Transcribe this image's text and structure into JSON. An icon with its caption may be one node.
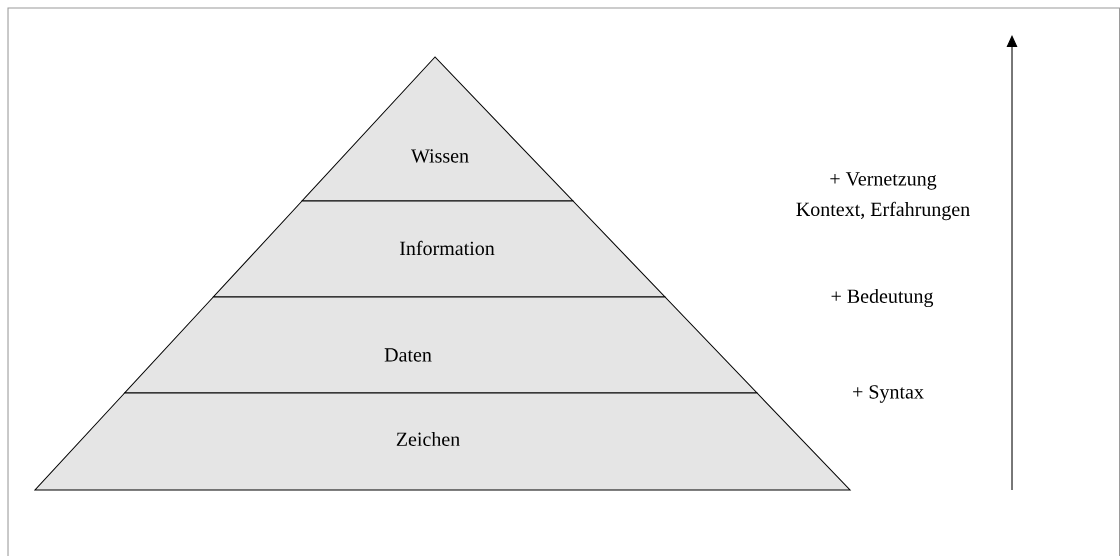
{
  "diagram": {
    "nodes": [
      {
        "text": [
          "Wissen"
        ]
      },
      {
        "text": [
          "Information"
        ]
      },
      {
        "text": [
          "Daten"
        ]
      },
      {
        "text": [
          "Zeichen"
        ]
      }
    ],
    "labels": [
      "+ Vernetzung",
      "Kontext, Erfahrungen",
      "+ Bedeutung",
      "+ Syntax"
    ]
  }
}
